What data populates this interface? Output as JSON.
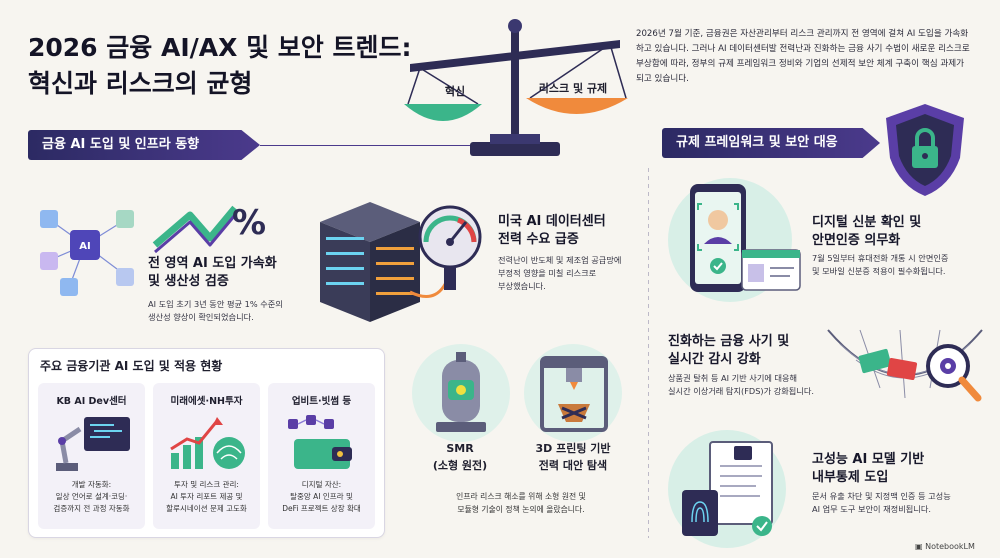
{
  "title": "2026 금융 AI/AX 및 보안 트렌드:\n혁신과 리스크의 균형",
  "intro": "2026년 7월 기준, 금융권은 자산관리부터 리스크 관리까지 전 영역에 걸쳐 AI 도입을 가속화하고 있습니다. 그러나 AI 데이터센터발 전력난과 진화하는 금융 사기 수법이 새로운 리스크로 부상함에 따라, 정부의 규제 프레임워크 정비와 기업의 선제적 보안 체계 구축이 핵심 과제가 되고 있습니다.",
  "scale": {
    "left_pan": "혁신",
    "right_pan": "리스크 및 규제"
  },
  "sections": {
    "left_banner": "금융 AI 도입 및 인프라 동향",
    "right_banner": "규제 프레임워크 및 보안 대응"
  },
  "ai_adoption": {
    "heading": "전 영역 AI 도입 가속화\n및 생산성 검증",
    "body": "AI 도입 초기 3년 동안 평균 1% 수준의\n생산성 향상이 확인되었습니다.",
    "icon_text": "%"
  },
  "datacenter": {
    "heading": "미국 AI 데이터센터\n전력 수요 급증",
    "body": "전력난이 반도체 및 제조업 공급망에\n부정적 영향을 미칠 리스크로\n부상했습니다."
  },
  "institutions": {
    "title": "주요 금융기관 AI 도입 및 적용 현황",
    "items": [
      {
        "name": "KB AI Dev센터",
        "desc": "개발 자동화:\n일상 언어로 설계·코딩·\n검증까지 전 과정 자동화"
      },
      {
        "name": "미래에셋·NH투자",
        "desc": "투자 및 리스크 관리:\nAI 투자 리포트 제공 및\n할루시네이션 문제 고도화"
      },
      {
        "name": "업비트·빗썸 등",
        "desc": "디지털 자산:\n탈중앙 AI 인프라 및\nDeFi 프로젝트 상장 확대"
      }
    ]
  },
  "alt_power": {
    "smr_label": "SMR\n(소형 원전)",
    "p3d_label": "3D 프린팅 기반\n전력 대안 탐색",
    "body": "인프라 리스크 해소를 위해 소형 원전 및\n모듈형 기술이 정책 논의에 올랐습니다."
  },
  "identity": {
    "heading": "디지털 신분 확인 및\n안면인증 의무화",
    "body": "7월 5일부터 휴대전화 개통 시 안면인증\n및 모바일 신분증 적용이 필수화됩니다."
  },
  "fraud": {
    "heading": "진화하는 금융 사기 및\n실시간 감시 강화",
    "body": "상품권 탈취 등 AI 기반 사기에 대응해\n실시간 이상거래 탐지(FDS)가 강화됩니다."
  },
  "model_control": {
    "heading": "고성능 AI 모델 기반\n내부통제 도입",
    "body": "문서 유출 차단 및 지정맥 인증 등 고성능\nAI 업무 도구 보안이 재정비됩니다."
  },
  "footer": {
    "brand": "NotebookLM"
  },
  "colors": {
    "banner": "#2c2a63",
    "accent_green": "#3bb58a",
    "accent_orange": "#f08a3c",
    "accent_purple": "#5a3ea6",
    "mint": "#d8efe7"
  }
}
